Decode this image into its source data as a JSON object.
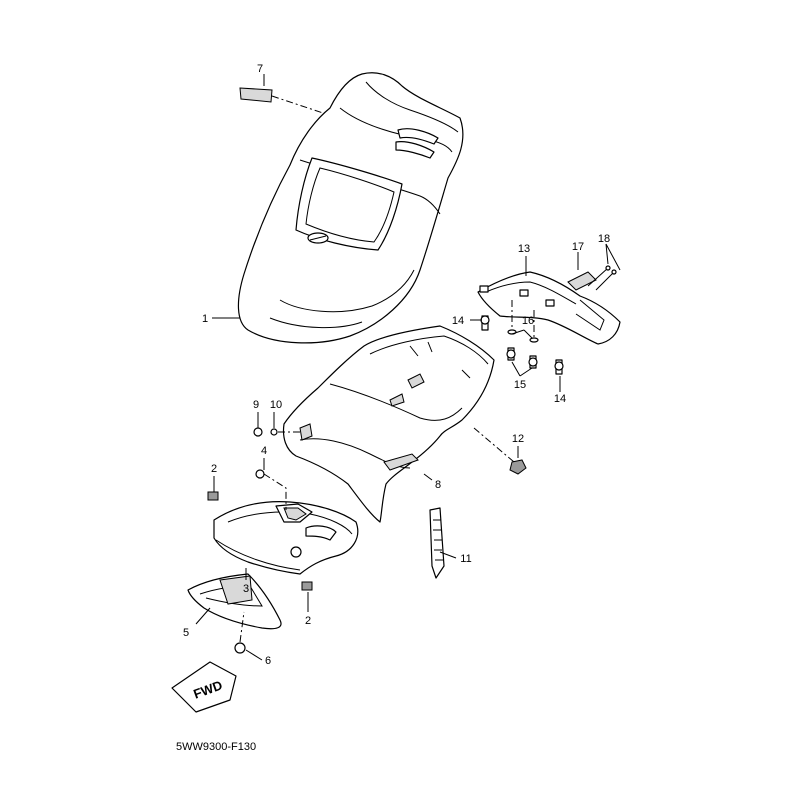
{
  "diagram": {
    "callouts": {
      "c1": "1",
      "c2a": "2",
      "c2b": "2",
      "c3": "3",
      "c4": "4",
      "c5": "5",
      "c6": "6",
      "c7": "7",
      "c8": "8",
      "c9": "9",
      "c10": "10",
      "c11": "11",
      "c12": "12",
      "c13": "13",
      "c14a": "14",
      "c14b": "14",
      "c15": "15",
      "c16": "16",
      "c17": "17",
      "c18": "18"
    },
    "fwd_label": "FWD",
    "figure_code": "5WW9300-F130"
  }
}
